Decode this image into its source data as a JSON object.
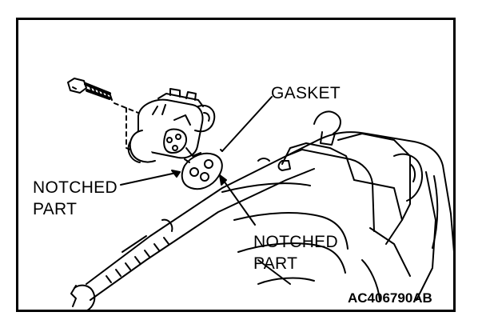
{
  "labels": {
    "gasket": "GASKET",
    "notched_left_1": "NOTCHED",
    "notched_left_2": "PART",
    "notched_right_1": "NOTCHED",
    "notched_right_2": "PART"
  },
  "figure_code": "AC406790AB"
}
